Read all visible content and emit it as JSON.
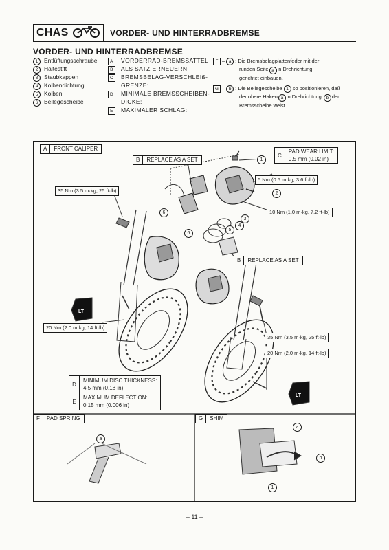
{
  "header": {
    "section_code": "CHAS",
    "title": "VORDER- UND HINTERRADBREMSE"
  },
  "section_title": "VORDER- UND HINTERRADBREMSE",
  "legend_parts": [
    {
      "n": "1",
      "text": "Entlüftungsschraube"
    },
    {
      "n": "2",
      "text": "Haltestift"
    },
    {
      "n": "3",
      "text": "Staubkappen"
    },
    {
      "n": "4",
      "text": "Kolbendichtung"
    },
    {
      "n": "5",
      "text": "Kolben"
    },
    {
      "n": "6",
      "text": "Beilegescheibe"
    }
  ],
  "legend_letters": [
    {
      "k": "A",
      "text": "VORDERRAD-BREMSSATTEL"
    },
    {
      "k": "B",
      "text": "ALS SATZ ERNEUERN"
    },
    {
      "k": "C",
      "text": "BREMSBELAG-VERSCHLEIß-"
    },
    {
      "k": "",
      "text": "GRENZE:"
    },
    {
      "k": "D",
      "text": "MINIMALE BREMSSCHEIBEN-"
    },
    {
      "k": "",
      "text": "DICKE:"
    },
    {
      "k": "E",
      "text": "MAXIMALER SCHLAG:"
    }
  ],
  "notes": {
    "f_key": "F",
    "f_ref": "a",
    "f_lines": [
      "Die Bremsbelagplattenfeder mit der",
      "runden Seite",
      "in Drehrichtung",
      "gerichtet einbauen."
    ],
    "g_key": "G",
    "g_ref": "b",
    "g_lines": [
      "Die Beilegescheibe",
      "so positionieren, daß",
      "der obere Haken",
      "in Drehrichtung",
      "der",
      "Bremsscheibe weist."
    ]
  },
  "diagram": {
    "front_caliper": {
      "k": "A",
      "v": "FRONT CALIPER"
    },
    "replace_set_1": {
      "k": "B",
      "v": "REPLACE AS A SET"
    },
    "replace_set_2": {
      "k": "B",
      "v": "REPLACE AS A SET"
    },
    "pad_wear": {
      "k": "C",
      "line1": "PAD WEAR LIMIT:",
      "line2": "0.5 mm (0.02 in)"
    },
    "torque_35_left": "35 Nm (3.5 m·kg, 25 ft·lb)",
    "torque_5": "5 Nm (0.5 m·kg, 3.6 ft·lb)",
    "torque_10": "10 Nm (1.0 m·kg, 7.2 ft·lb)",
    "torque_20_left": "20 Nm (2.0 m·kg, 14 ft·lb)",
    "torque_35_right": "35 Nm (3.5 m·kg, 25 ft·lb)",
    "torque_20_right": "20 Nm (2.0 m·kg, 14 ft·lb)",
    "disc_thickness": {
      "k": "D",
      "line1": "MINIMUM DISC THICKNESS:",
      "line2": "4.5 mm (0.18 in)"
    },
    "max_deflection": {
      "k": "E",
      "line1": "MAXIMUM DEFLECTION:",
      "line2": "0.15 mm (0.006 in)"
    },
    "lt_label": "LT",
    "pad_spring": {
      "k": "F",
      "v": "PAD SPRING"
    },
    "shim": {
      "k": "G",
      "v": "SHIM"
    },
    "callouts": [
      "1",
      "2",
      "3",
      "4",
      "5",
      "6",
      "6"
    ],
    "ref_a": "a",
    "ref_b": "b"
  },
  "footer": "– 11 –"
}
